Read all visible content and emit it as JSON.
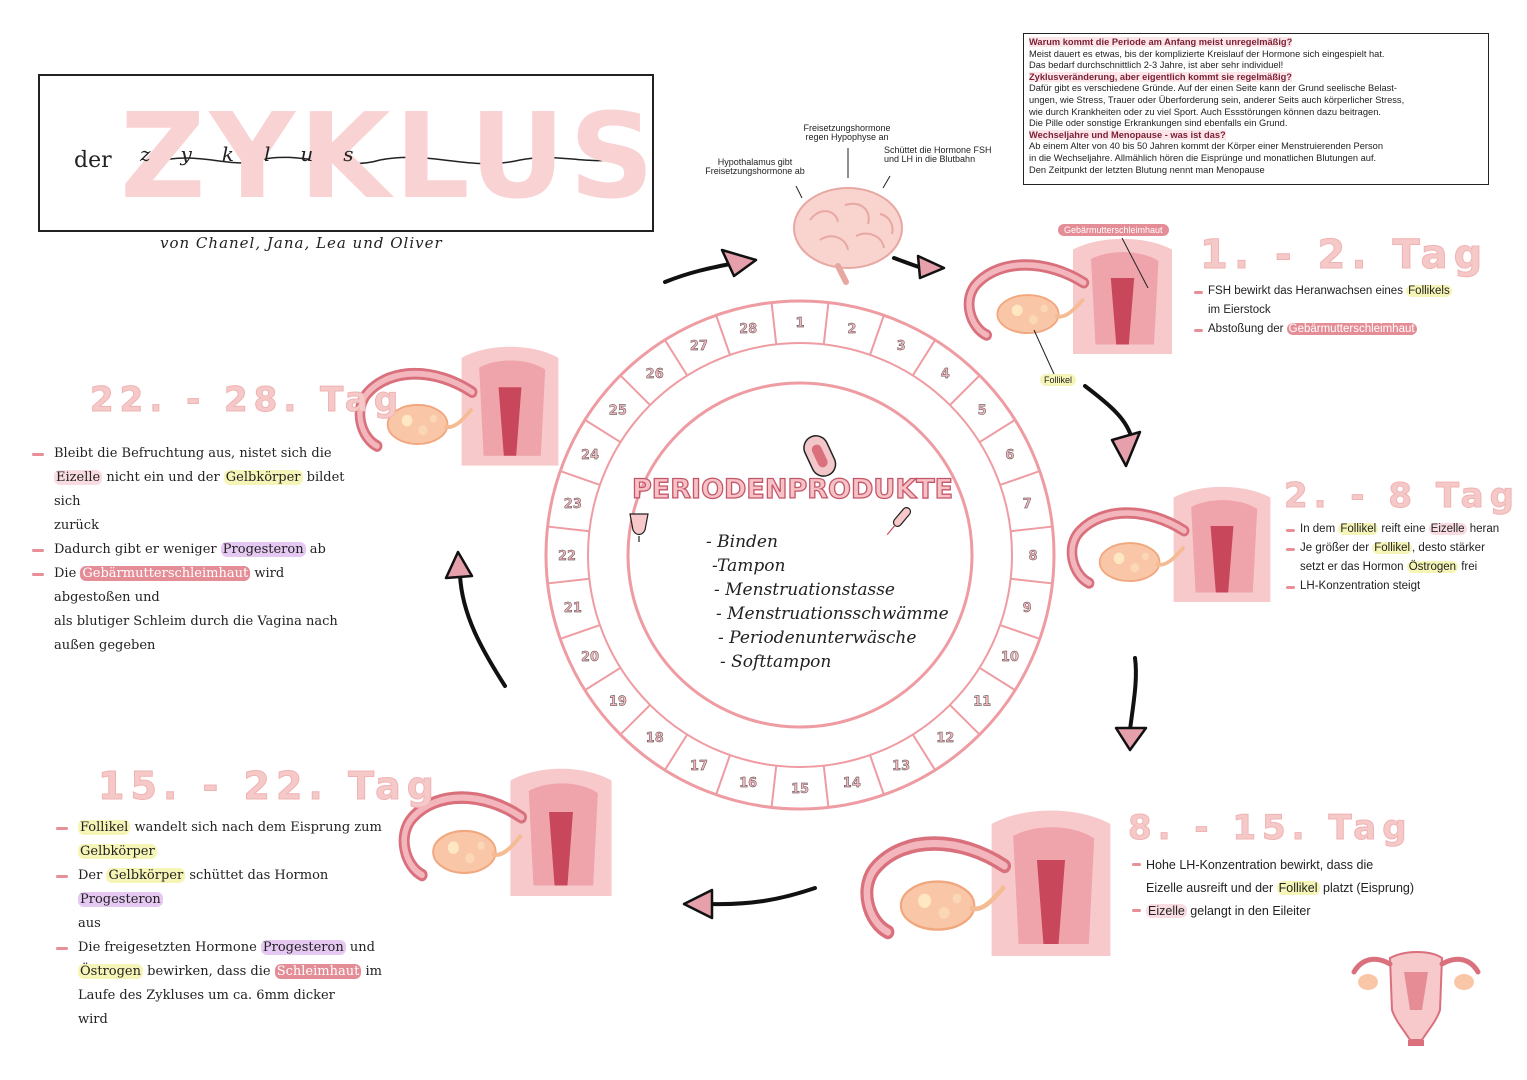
{
  "title": {
    "prefix": "der",
    "big": "ZYKLUS",
    "script": "zyklus",
    "authors": "von Chanel, Jana, Lea und Oliver"
  },
  "info": [
    {
      "kind": "q",
      "text": "Warum kommt die Periode am Anfang meist unregelmäßig?"
    },
    {
      "kind": "t",
      "text": "Meist dauert es etwas, bis der komplizierte Kreislauf der Hormone sich eingespielt hat."
    },
    {
      "kind": "t",
      "text": "Das bedarf durchschnittlich 2-3 Jahre, ist aber sehr individuel!"
    },
    {
      "kind": "q",
      "text": "Zyklusveränderung, aber eigentlich kommt sie regelmäßig?"
    },
    {
      "kind": "t",
      "text": "Dafür gibt es verschiedene Gründe. Auf der einen Seite kann der Grund seelische Belast-"
    },
    {
      "kind": "t",
      "text": "ungen, wie Stress, Trauer oder Überforderung sein, anderer Seits auch körperlicher Stress,"
    },
    {
      "kind": "t",
      "text": "wie durch Krankheiten oder zu viel Sport. Auch Essstörungen können dazu beitragen."
    },
    {
      "kind": "t",
      "text": "Die Pille oder sonstige Erkrankungen sind ebenfalls ein Grund."
    },
    {
      "kind": "q",
      "text": "Wechseljahre und Menopause - was ist das?"
    },
    {
      "kind": "t",
      "text": "Ab einem Alter von 40 bis 50 Jahren kommt der Körper einer Menstruierenden Person"
    },
    {
      "kind": "t",
      "text": "in die Wechseljahre. Allmählich hören die Eisprünge und monatlichen Blutungen auf."
    },
    {
      "kind": "t",
      "text": "Den Zeitpunkt der letzten Blutung nennt man Menopause"
    }
  ],
  "brain": {
    "left_label": "Hypothalamus gibt Freisetzungshormone ab",
    "top_label": "Freisetzungshormone regen Hypophyse an",
    "right_label": "Schüttet die Hormone FSH und LH in die Blutbahn"
  },
  "phases": {
    "p1": {
      "heading": "1. - 2.",
      "tag": "Tag",
      "bullets": [
        [
          "FSH bewirkt das Heranwachsen eines ",
          "Follikels",
          ""
        ],
        [
          "im Eierstock"
        ],
        [
          "Abstoßung der ",
          "Gebärmutterschleimhaut",
          ""
        ]
      ],
      "label_top": "Gebärmutterschleimhaut",
      "label_follikel": "Follikel"
    },
    "p2": {
      "heading": "2. - 8",
      "tag": "Tag",
      "l1a": "In dem ",
      "l1b": "Follikel",
      "l1c": " reift eine ",
      "l1d": "Eizelle",
      "l1e": " heran",
      "l2a": "Je größer der ",
      "l2b": "Follikel",
      "l2c": ", desto stärker",
      "l3a": "setzt er das Hormon ",
      "l3b": "Östrogen",
      "l3c": " frei",
      "l4": "LH-Konzentration steigt"
    },
    "p3": {
      "heading": "8. - 15.",
      "tag": "Tag",
      "l1": "Hohe LH-Konzentration bewirkt, dass die",
      "l2a": "Eizelle ausreift und der ",
      "l2b": "Follikel",
      "l2c": " platzt (Eisprung)",
      "l3a": "Eizelle",
      "l3b": " gelangt in den Eileiter"
    },
    "p4": {
      "heading": "15. - 22.",
      "tag": "Tag",
      "l1a": "Follikel",
      "l1b": " wandelt sich nach dem Eisprung zum",
      "l2": "Gelbkörper",
      "l3a": "Der ",
      "l3b": "Gelbkörper",
      "l3c": " schüttet das Hormon ",
      "l3d": "Progesteron",
      "l4": "aus",
      "l5a": "Die freigesetzten Hormone ",
      "l5b": "Progesteron",
      "l5c": " und",
      "l6a": "Östrogen",
      "l6b": " bewirken, dass die ",
      "l6c": "Schleimhaut",
      "l6d": " im",
      "l7": "Laufe des Zykluses um ca. 6mm dicker",
      "l8": "wird"
    },
    "p5": {
      "heading": "22. - 28.",
      "tag": "Tag",
      "l1": "Bleibt die Befruchtung aus, nistet sich die",
      "l2a": "Eizelle",
      "l2b": " nicht ein und der ",
      "l2c": "Gelbkörper",
      "l2d": " bildet sich",
      "l3": "zurück",
      "l4a": "Dadurch gibt er weniger ",
      "l4b": "Progesteron",
      "l4c": " ab",
      "l5a": "Die ",
      "l5b": "Gebärmutterschleimhaut",
      "l5c": " wird abgestoßen und",
      "l6": "als blutiger Schleim durch die Vagina nach",
      "l7": "außen gegeben"
    }
  },
  "wheel": {
    "days": [
      "1",
      "2",
      "3",
      "4",
      "5",
      "6",
      "7",
      "8",
      "9",
      "10",
      "11",
      "12",
      "13",
      "14",
      "15",
      "16",
      "17",
      "18",
      "19",
      "20",
      "21",
      "22",
      "23",
      "24",
      "25",
      "26",
      "27",
      "28"
    ]
  },
  "products": {
    "title": "PERIODENPRODUKTE",
    "items": [
      "- Binden",
      "-Tampon",
      "- Menstruationstasse",
      "- Menstruationsschwämme",
      "- Periodenunterwäsche",
      "- Softtampon"
    ]
  },
  "colors": {
    "pink": "#f6c9c9",
    "wheel": "#ee9ca2",
    "uterus": "#e58c94",
    "dark": "#c44d5f",
    "yellow": "#f6f5b8",
    "purple": "#e6c9f2"
  }
}
